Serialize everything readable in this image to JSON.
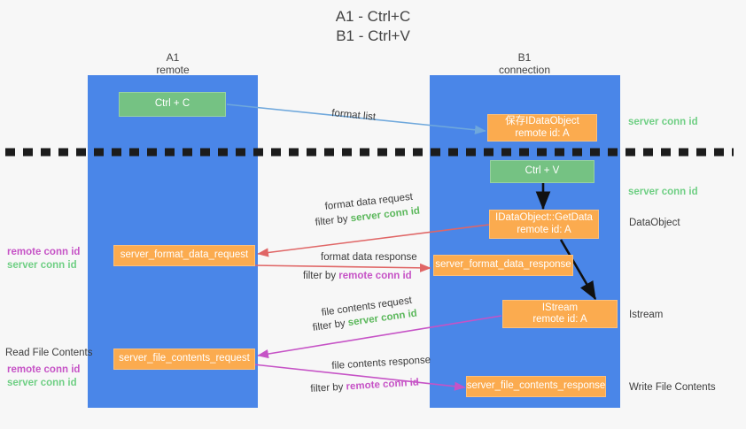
{
  "title": "A1 - Ctrl+C\nB1 - Ctrl+V",
  "colors": {
    "background": "#f7f7f7",
    "lane": "#4a86e8",
    "green_box": "#75c283",
    "orange_box": "#fbab4f",
    "server_conn_id": "#5cb85c",
    "remote_conn_id": "#c653c6",
    "arrow_blue": "#6fa8dc",
    "arrow_red": "#e06666",
    "arrow_magenta": "#c653c6",
    "arrow_black": "#000000",
    "divider": "#1c1c1c"
  },
  "columns": [
    {
      "name": "A1",
      "sub": "remote"
    },
    {
      "name": "B1",
      "sub": "connection"
    }
  ],
  "boxes": {
    "ctrl_c": "Ctrl + C",
    "save_idataobject": {
      "line1": "保存IDataObject",
      "line2": "remote id: A"
    },
    "ctrl_v": "Ctrl + V",
    "getdata": {
      "line1": "IDataObject::GetData",
      "line2": "remote id: A"
    },
    "istream": {
      "line1": "IStream",
      "line2": "remote id: A"
    },
    "server_format_data_request": "server_format_data_request",
    "server_format_data_response": "server_format_data_response",
    "server_file_contents_request": "server_file_contents_request",
    "server_file_contents_response": "server_file_contents_response"
  },
  "edge_labels": {
    "format_list": "format list",
    "format_data_request": "format data request",
    "format_data_request_filter_prefix": "filter by ",
    "format_data_request_filter_value": "server conn id",
    "format_data_response": "format data response",
    "format_data_response_filter_prefix": "filter by ",
    "format_data_response_filter_value": "remote conn id",
    "file_contents_request": "file contents request",
    "file_contents_request_filter_prefix": "filter by ",
    "file_contents_request_filter_value": "server conn id",
    "file_contents_response": "file contents response",
    "file_contents_response_filter_prefix": "filter by ",
    "file_contents_response_filter_value": "remote conn id"
  },
  "left_annotations": {
    "group1_remote": "remote conn id",
    "group1_server": "server conn id",
    "read_file_contents": "Read File Contents",
    "group2_remote": "remote conn id",
    "group2_server": "server conn id"
  },
  "right_annotations": {
    "server_conn_id_top": "server conn id",
    "server_conn_id_mid": "server conn id",
    "dataobject": "DataObject",
    "istream": "Istream",
    "write_file_contents": "Write File Contents"
  }
}
